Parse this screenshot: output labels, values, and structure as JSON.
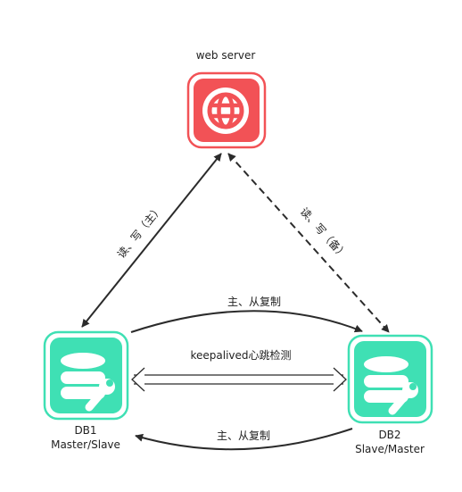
{
  "web_server": {
    "label": "web server",
    "icon": "globe-icon",
    "color": "#f25256"
  },
  "db1": {
    "name": "DB1",
    "role": "Master/Slave",
    "icon": "database-wrench-icon",
    "color": "#3fe0b4"
  },
  "db2": {
    "name": "DB2",
    "role": "Slave/Master",
    "icon": "database-wrench-icon",
    "color": "#3fe0b4"
  },
  "edges": {
    "primary_rw": "读、写（主）",
    "backup_rw": "读、写（备）",
    "replication_top": "主、从复制",
    "replication_bottom": "主、从复制",
    "heartbeat": "keepalived心跳检测"
  }
}
